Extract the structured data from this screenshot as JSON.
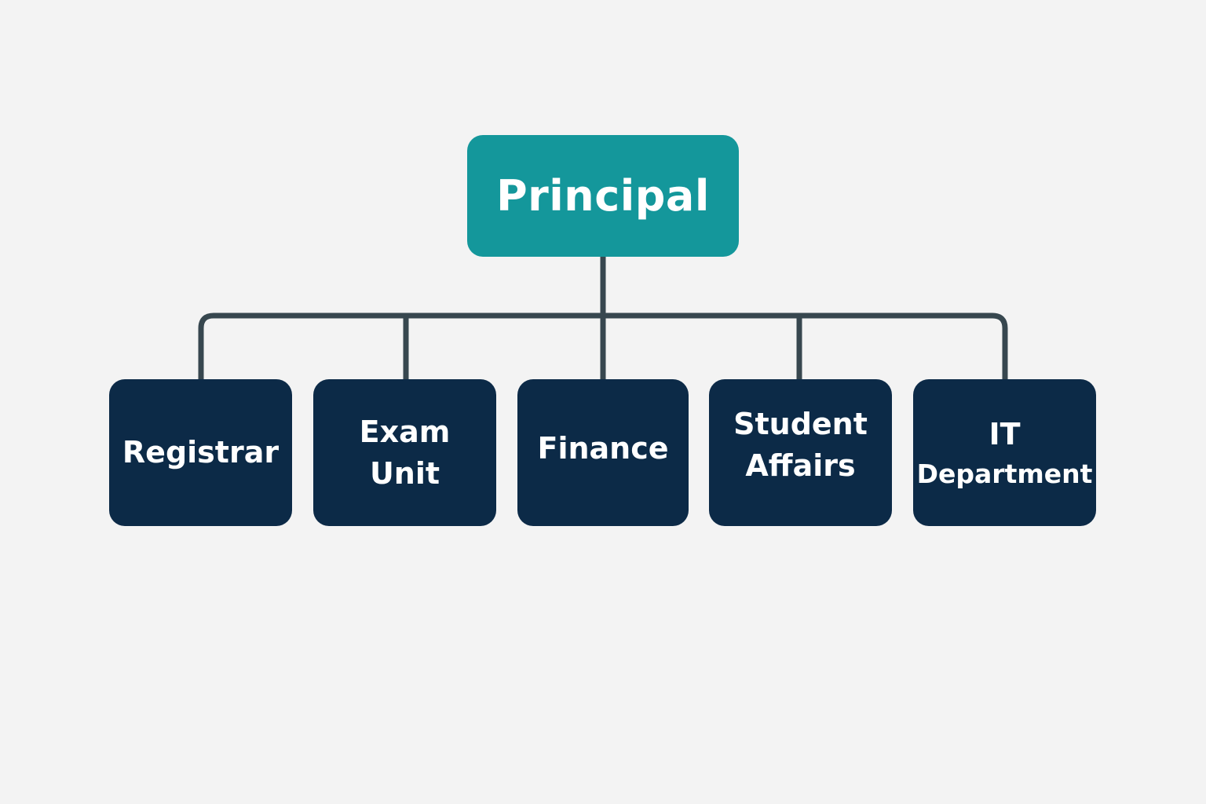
{
  "colors": {
    "background": "#f3f3f3",
    "root_fill": "#14979b",
    "child_fill": "#0c2a47",
    "connector": "#37474f",
    "text": "#ffffff"
  },
  "org_chart": {
    "root": {
      "label": "Principal"
    },
    "children": [
      {
        "lines": [
          "Registrar"
        ]
      },
      {
        "lines": [
          "Exam",
          "Unit"
        ]
      },
      {
        "lines": [
          "Finance"
        ]
      },
      {
        "lines": [
          "Student",
          "Affairs"
        ]
      },
      {
        "lines": [
          "IT",
          "Department"
        ]
      }
    ]
  }
}
